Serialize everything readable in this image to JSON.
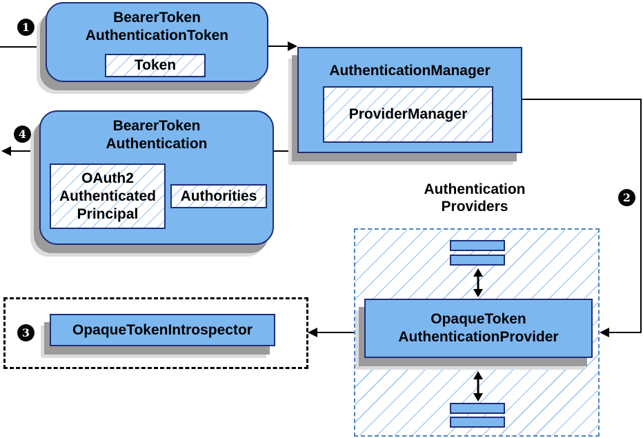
{
  "colors": {
    "node_fill": "#7db7f0",
    "node_border": "#1d2d75",
    "hatch_line": "#a9cbf1",
    "providers_group_border": "#4e7fc1",
    "dotted_group_border": "#000000",
    "shadow_dark": "#9b9b9b",
    "shadow_light": "#dcdcdc",
    "arrow": "#000000",
    "badge_fill": "#060606",
    "badge_text": "#ffffff"
  },
  "badges": {
    "step1": "1",
    "step2": "2",
    "step3": "3",
    "step4": "4"
  },
  "nodes": {
    "bearer_token_authentication_token": {
      "line1": "BearerToken",
      "line2": "AuthenticationToken",
      "token": "Token"
    },
    "authentication_manager": {
      "title": "AuthenticationManager",
      "provider_manager": "ProviderManager"
    },
    "bearer_token_authentication": {
      "line1": "BearerToken",
      "line2": "Authentication",
      "principal_line1": "OAuth2",
      "principal_line2": "Authenticated",
      "principal_line3": "Principal",
      "authorities": "Authorities"
    },
    "providers_group": {
      "label_line1": "Authentication",
      "label_line2": "Providers"
    },
    "opaque_token_authentication_provider": {
      "line1": "OpaqueToken",
      "line2": "AuthenticationProvider"
    },
    "opaque_token_introspector": {
      "title": "OpaqueTokenIntrospector"
    }
  }
}
